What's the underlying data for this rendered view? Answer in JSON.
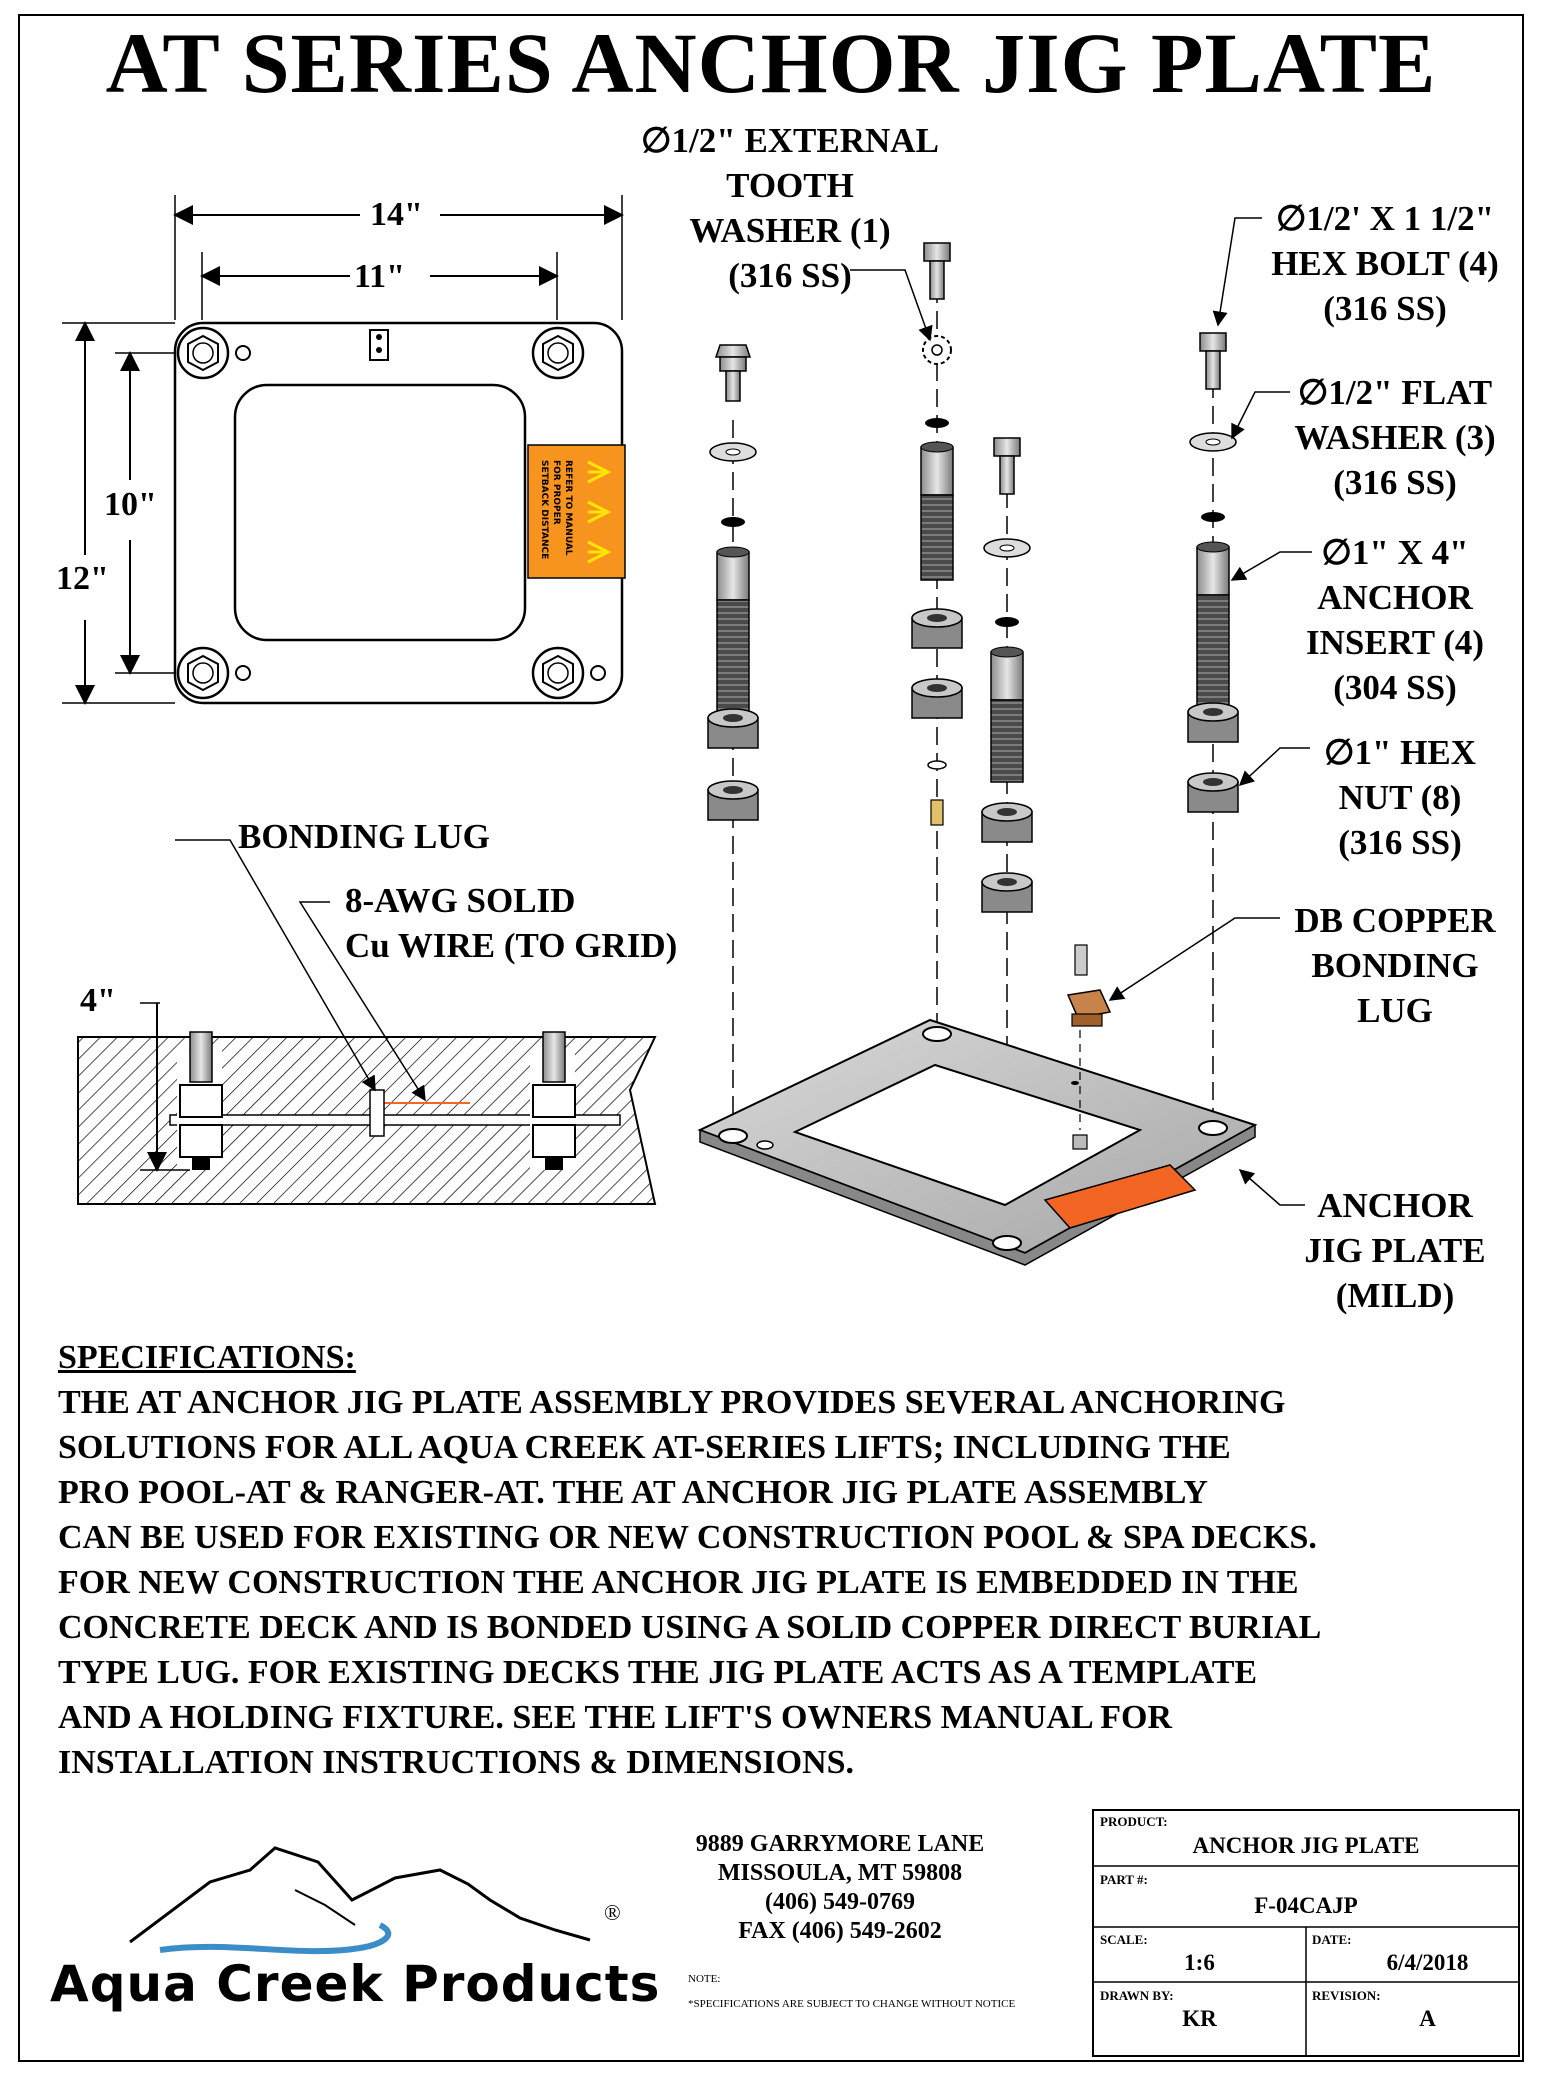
{
  "title": "AT SERIES ANCHOR JIG PLATE",
  "dimensions": {
    "width_outer": "14\"",
    "width_inner": "11\"",
    "height_inner": "10\"",
    "height_outer": "12\"",
    "depth": "4\""
  },
  "plate_label": {
    "line1": "REFER TO MANUAL",
    "line2": "FOR PROPER",
    "line3": "SETBACK DISTANCE"
  },
  "callouts": {
    "tooth_washer": [
      "∅1/2\" EXTERNAL",
      "TOOTH",
      "WASHER (1)",
      "(316 SS)"
    ],
    "hex_bolt": [
      "∅1/2' X 1 1/2\"",
      "HEX BOLT (4)",
      "(316 SS)"
    ],
    "flat_washer": [
      "∅1/2\" FLAT",
      "WASHER (3)",
      "(316 SS)"
    ],
    "anchor_insert": [
      "∅1\" X 4\"",
      "ANCHOR",
      "INSERT (4)",
      "(304 SS)"
    ],
    "hex_nut": [
      "∅1\" HEX",
      "NUT (8)",
      "(316 SS)"
    ],
    "copper_lug": [
      "DB COPPER",
      "BONDING",
      "LUG"
    ],
    "jig_plate": [
      "ANCHOR",
      "JIG PLATE",
      "(MILD)"
    ],
    "bonding_lug": "BONDING LUG",
    "wire": [
      "8-AWG SOLID",
      "Cu WIRE (TO GRID)"
    ]
  },
  "specifications": {
    "heading": "SPECIFICATIONS:",
    "lines": [
      "THE AT ANCHOR JIG PLATE ASSEMBLY PROVIDES SEVERAL ANCHORING",
      "SOLUTIONS FOR ALL AQUA CREEK AT-SERIES LIFTS; INCLUDING THE",
      "PRO POOL-AT & RANGER-AT.  THE AT ANCHOR JIG PLATE ASSEMBLY",
      "CAN BE USED FOR EXISTING OR NEW CONSTRUCTION POOL & SPA DECKS.",
      "FOR NEW CONSTRUCTION THE ANCHOR JIG PLATE IS EMBEDDED IN THE",
      "CONCRETE DECK AND IS BONDED USING A SOLID COPPER DIRECT BURIAL",
      "TYPE LUG.  FOR EXISTING DECKS THE JIG PLATE ACTS AS A TEMPLATE",
      "AND A HOLDING FIXTURE.  SEE THE LIFT'S OWNERS MANUAL FOR",
      "INSTALLATION INSTRUCTIONS & DIMENSIONS."
    ]
  },
  "company": {
    "name": "Aqua Creek Products",
    "registered": "®",
    "address": [
      "9889 GARRYMORE LANE",
      "MISSOULA, MT 59808",
      "(406) 549-0769",
      "FAX (406) 549-2602"
    ],
    "note_label": "NOTE:",
    "note_text": "*SPECIFICATIONS ARE SUBJECT TO CHANGE WITHOUT NOTICE"
  },
  "title_block": {
    "product_label": "PRODUCT:",
    "product": "ANCHOR JIG PLATE",
    "part_label": "PART #:",
    "part": "F-04CAJP",
    "scale_label": "SCALE:",
    "scale": "1:6",
    "date_label": "DATE:",
    "date": "6/4/2018",
    "drawn_label": "DRAWN BY:",
    "drawn": "KR",
    "revision_label": "REVISION:",
    "revision": "A"
  },
  "colors": {
    "label_orange": "#f7941d",
    "wire_orange": "#f26522",
    "river_blue": "#3a8dc6",
    "steel": "#bdbdbd"
  }
}
